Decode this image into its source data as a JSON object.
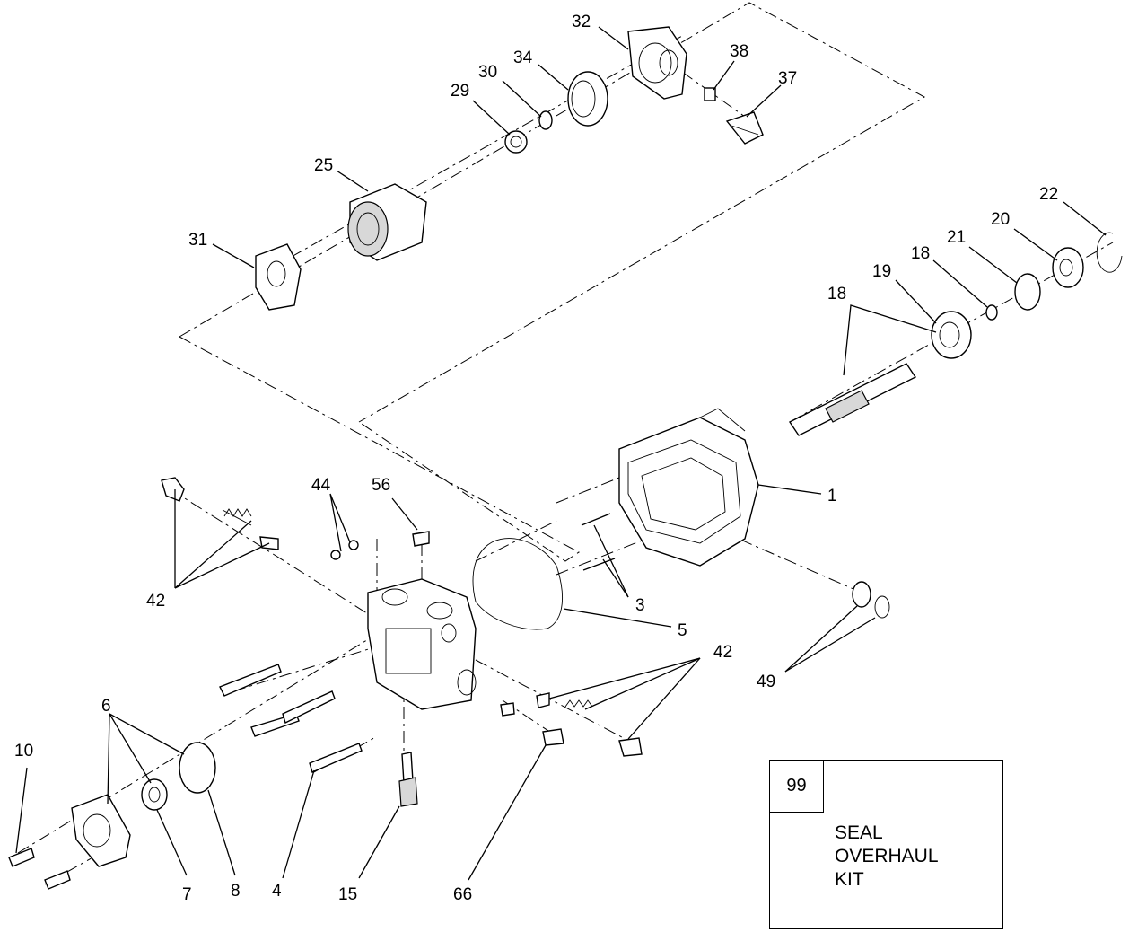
{
  "callouts": {
    "c32": "32",
    "c34": "34",
    "c30": "30",
    "c29": "29",
    "c38": "38",
    "c37": "37",
    "c25": "25",
    "c31": "31",
    "c22": "22",
    "c20": "20",
    "c21": "21",
    "c18a": "18",
    "c19": "19",
    "c18b": "18",
    "c1": "1",
    "c44": "44",
    "c56": "56",
    "c42a": "42",
    "c3": "3",
    "c5": "5",
    "c42b": "42",
    "c49": "49",
    "c6": "6",
    "c10": "10",
    "c7": "7",
    "c8": "8",
    "c4": "4",
    "c15": "15",
    "c66": "66"
  },
  "kit": {
    "number": "99",
    "label": "SEAL\nOVERHAUL\nKIT"
  }
}
